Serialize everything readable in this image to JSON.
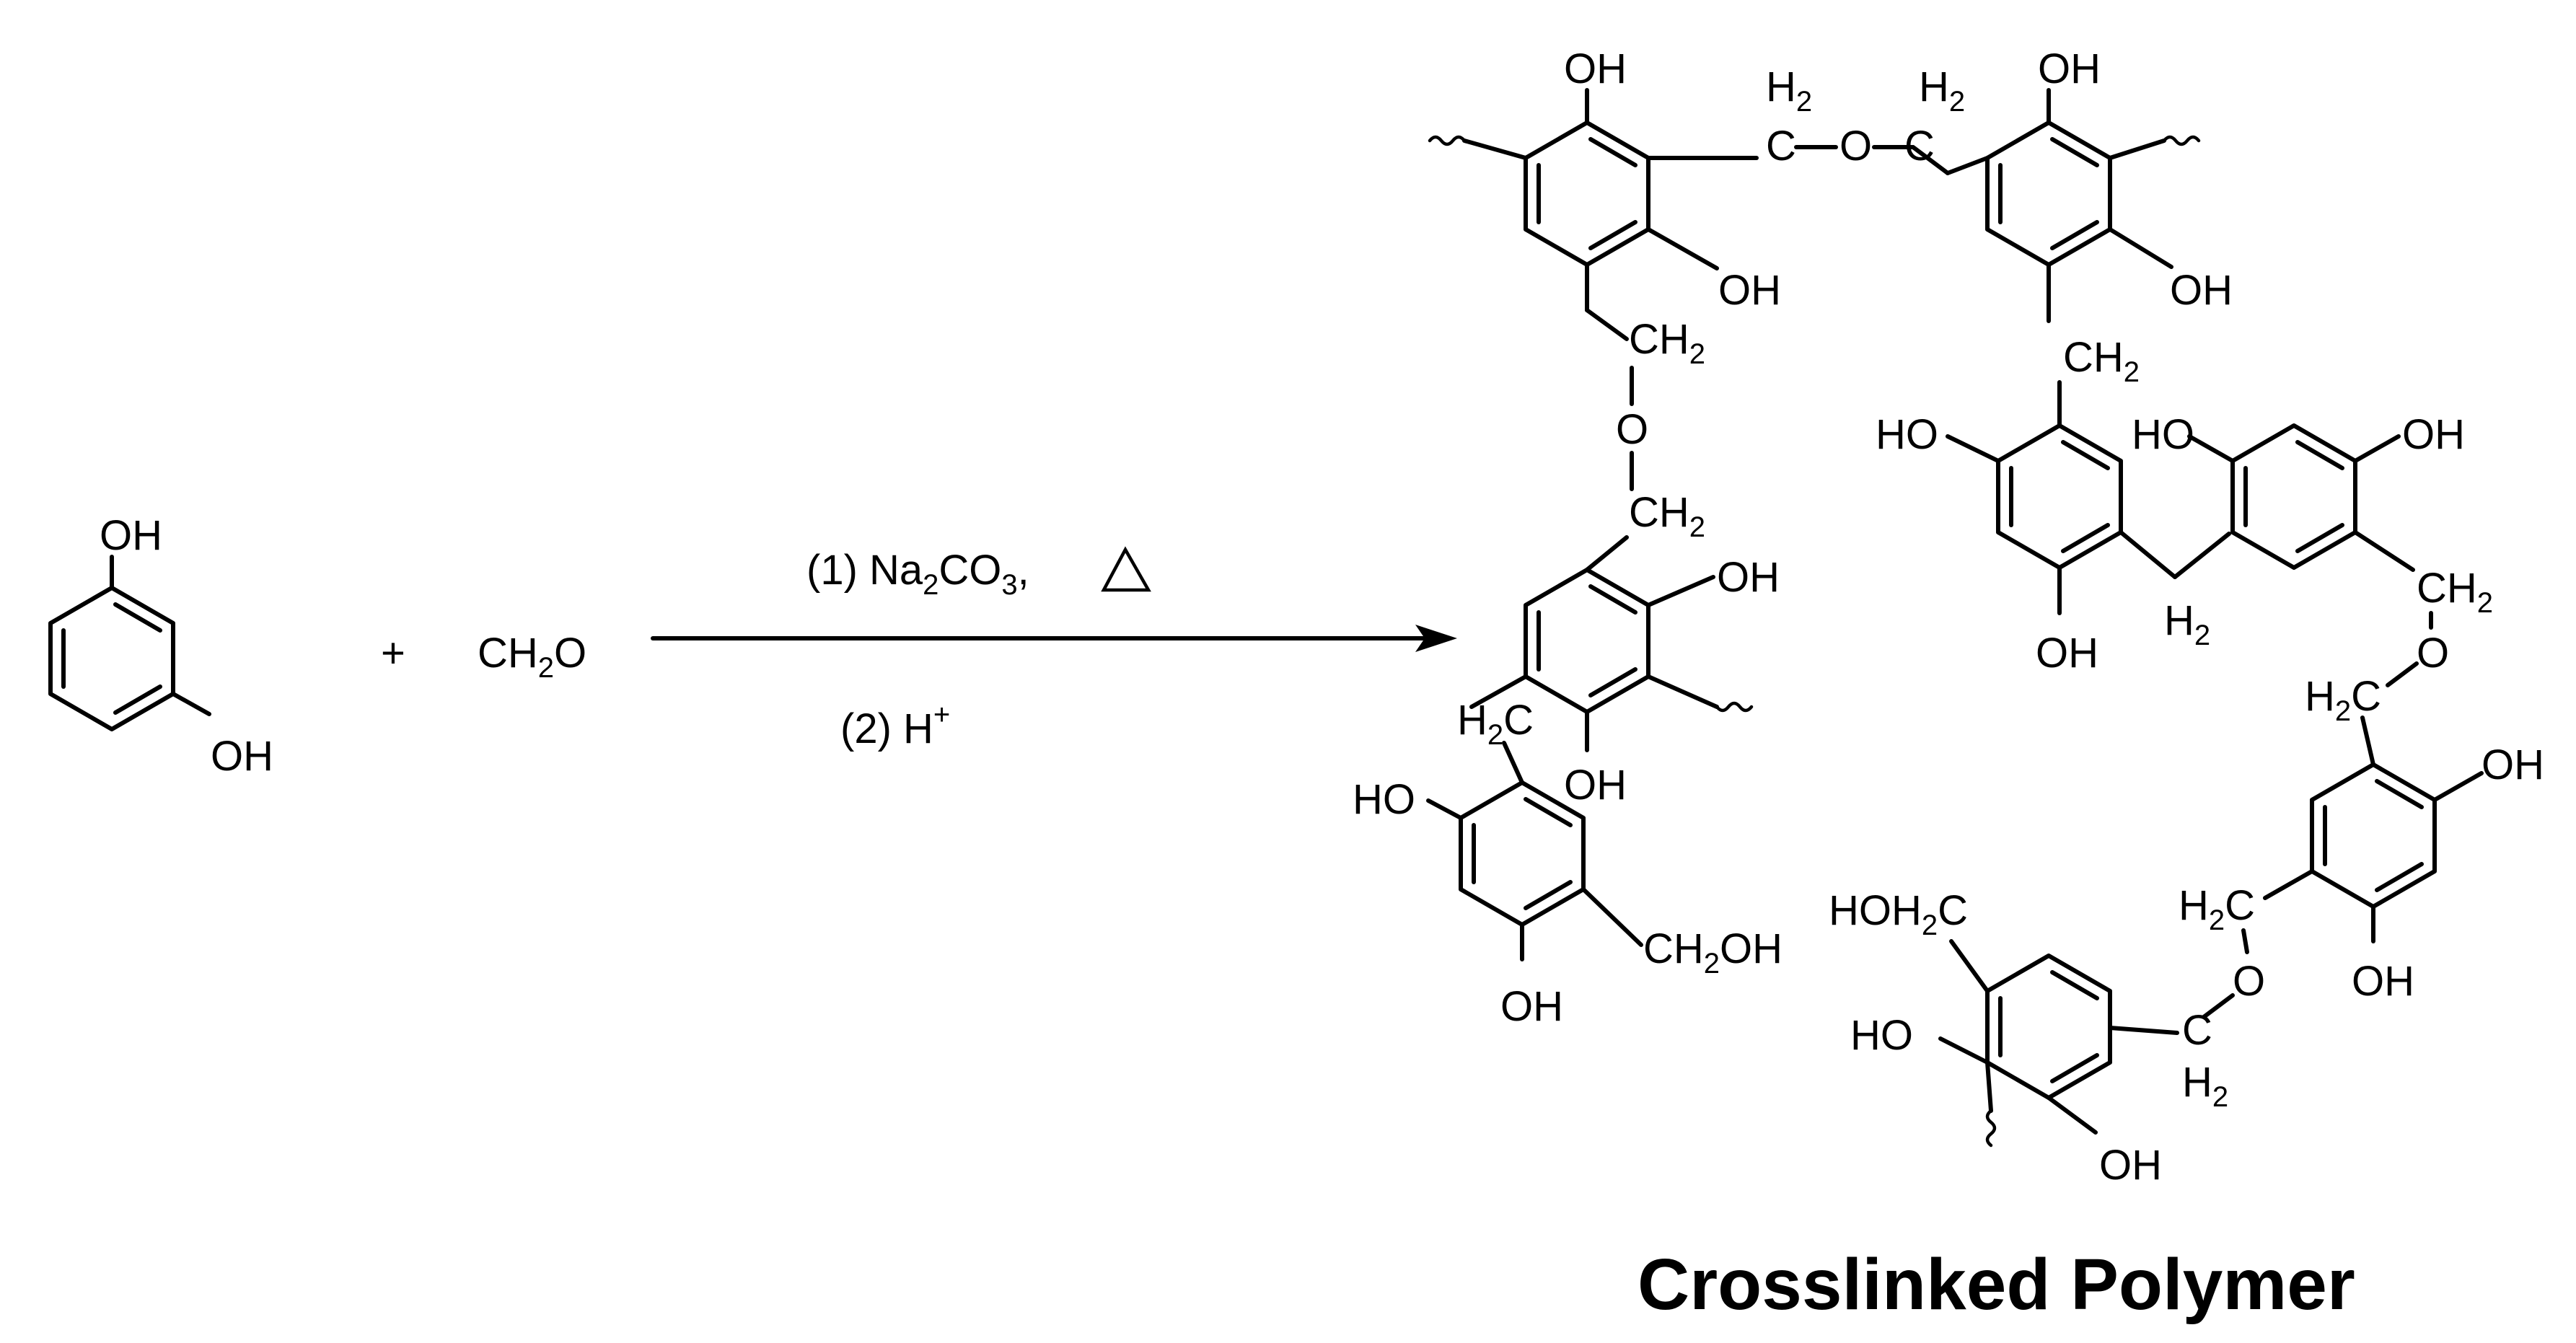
{
  "reactants": {
    "resorcinol": {
      "oh_top": "OH",
      "oh_bottom": "OH"
    },
    "plus": "+",
    "formaldehyde": {
      "main": "CH",
      "sub": "2",
      "tail": "O"
    }
  },
  "conditions": {
    "step1": {
      "prefix": "(1) Na",
      "sub1": "2",
      "mid": "CO",
      "sub2": "3",
      "tail": ",",
      "heat_symbol": "△"
    },
    "step2": {
      "prefix": "(2) H",
      "sup": "+"
    }
  },
  "product": {
    "title": "Crosslinked Polymer",
    "labels": {
      "oh": "OH",
      "ho": "HO",
      "o": "O",
      "ch2_main": "CH",
      "h2_h": "H",
      "c": "C",
      "two": "2",
      "ch2oh_tail": "OH",
      "hoh2c_main": "HOH"
    }
  }
}
